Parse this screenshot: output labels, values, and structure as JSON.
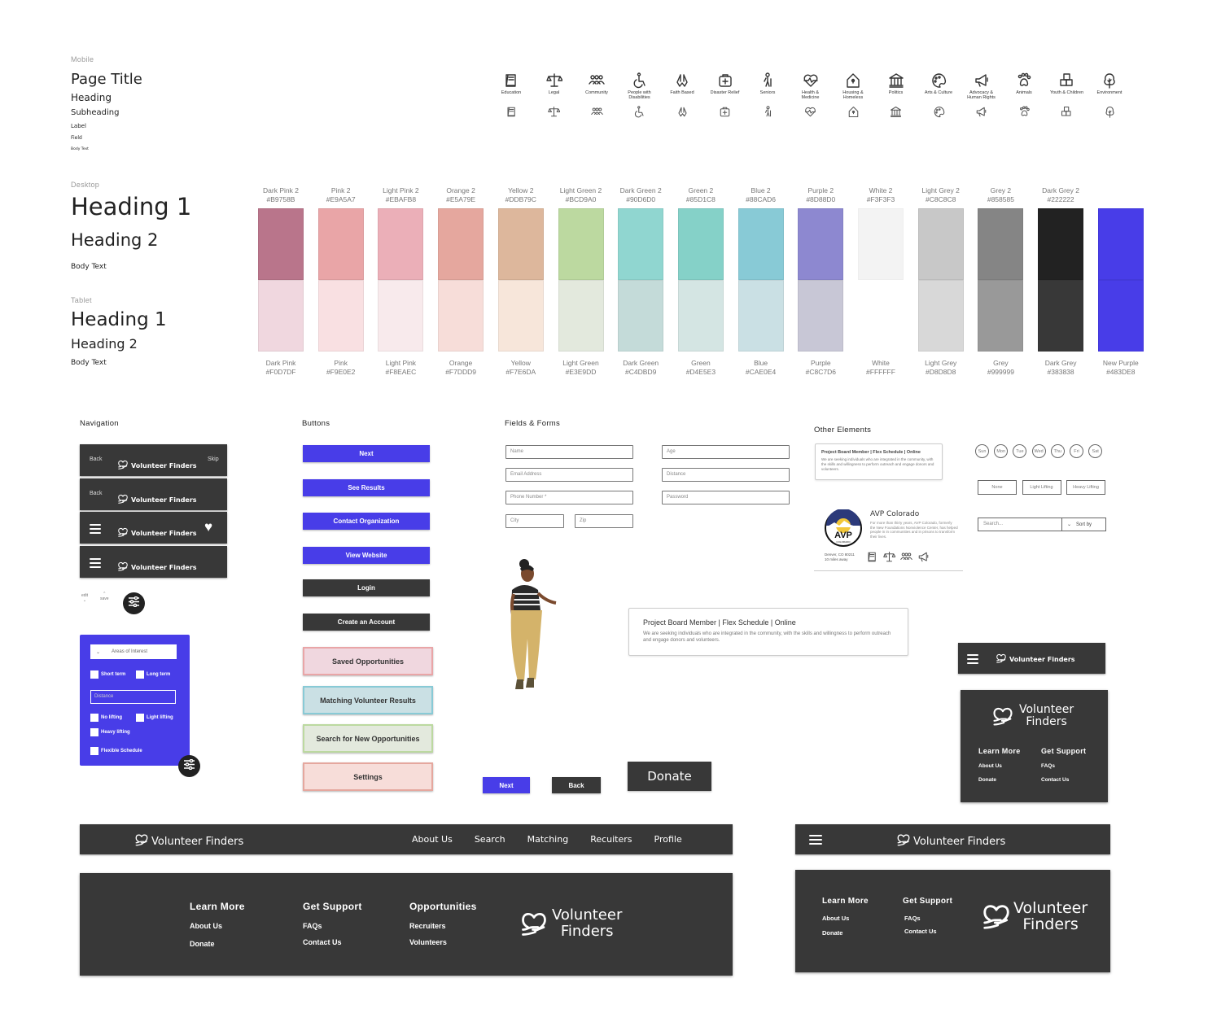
{
  "typography": {
    "mobile": {
      "label": "Mobile",
      "page_title": "Page Title",
      "heading": "Heading",
      "subheading": "Subheading",
      "label_text": "Label",
      "field": "Field",
      "body": "Body Text"
    },
    "desktop": {
      "label": "Desktop",
      "h1": "Heading 1",
      "h2": "Heading 2",
      "body": "Body Text"
    },
    "tablet": {
      "label": "Tablet",
      "h1": "Heading 1",
      "h2": "Heading 2",
      "body": "Body Text"
    }
  },
  "icons": [
    {
      "name": "education",
      "label": "Education"
    },
    {
      "name": "legal",
      "label": "Legal"
    },
    {
      "name": "community",
      "label": "Community"
    },
    {
      "name": "disability",
      "label": "People with Disabilities"
    },
    {
      "name": "faith",
      "label": "Faith Based"
    },
    {
      "name": "disaster",
      "label": "Disaster Relief"
    },
    {
      "name": "seniors",
      "label": "Seniors"
    },
    {
      "name": "health",
      "label": "Health & Medicine"
    },
    {
      "name": "housing",
      "label": "Housing & Homeless"
    },
    {
      "name": "politics",
      "label": "Politics"
    },
    {
      "name": "arts",
      "label": "Arts & Culture"
    },
    {
      "name": "advocacy",
      "label": "Advocacy & Human Rights"
    },
    {
      "name": "animals",
      "label": "Animals"
    },
    {
      "name": "youth",
      "label": "Youth & Children"
    },
    {
      "name": "environment",
      "label": "Environment"
    }
  ],
  "swatches": [
    {
      "top_name": "Dark Pink 2",
      "top_hex": "#B9758B",
      "bottom_name": "Dark Pink",
      "bottom_hex": "#F0D7DF"
    },
    {
      "top_name": "Pink 2",
      "top_hex": "#E9A5A7",
      "bottom_name": "Pink",
      "bottom_hex": "#F9E0E2"
    },
    {
      "top_name": "Light Pink 2",
      "top_hex": "#EBAFB8",
      "bottom_name": "Light Pink",
      "bottom_hex": "#F8EAEC"
    },
    {
      "top_name": "Orange 2",
      "top_hex": "#E5A79E",
      "bottom_name": "Orange",
      "bottom_hex": "#F7DDD9"
    },
    {
      "top_name": "Yellow 2",
      "top_hex": "#DDB79C",
      "bottom_name": "Yellow",
      "bottom_hex": "#F7E6DA"
    },
    {
      "top_name": "Light Green 2",
      "top_hex": "#BCD9A0",
      "bottom_name": "Light Green",
      "bottom_hex": "#E3E9DD"
    },
    {
      "top_name": "Dark Green 2",
      "top_hex": "#90D6D0",
      "bottom_name": "Dark Green",
      "bottom_hex": "#C4DBD9"
    },
    {
      "top_name": "Green 2",
      "top_hex": "#85D1C8",
      "bottom_name": "Green",
      "bottom_hex": "#D4E5E3"
    },
    {
      "top_name": "Blue 2",
      "top_hex": "#88CAD6",
      "bottom_name": "Blue",
      "bottom_hex": "#CAE0E4"
    },
    {
      "top_name": "Purple 2",
      "top_hex": "#8D88D0",
      "bottom_name": "Purple",
      "bottom_hex": "#C8C7D6"
    },
    {
      "top_name": "White 2",
      "top_hex": "#F3F3F3",
      "bottom_name": "White",
      "bottom_hex": "#FFFFFF"
    },
    {
      "top_name": "Light Grey 2",
      "top_hex": "#C8C8C8",
      "bottom_name": "Light Grey",
      "bottom_hex": "#D8D8D8"
    },
    {
      "top_name": "Grey 2",
      "top_hex": "#858585",
      "bottom_name": "Grey",
      "bottom_hex": "#999999"
    },
    {
      "top_name": "Dark Grey 2",
      "top_hex": "#222222",
      "bottom_name": "Dark Grey",
      "bottom_hex": "#383838"
    },
    {
      "top_name": "",
      "top_hex": "#483DE8",
      "bottom_name": "New Purple",
      "bottom_hex": "#483DE8"
    }
  ],
  "navigation": {
    "title": "Navigation",
    "brand": "Volunteer Finders",
    "back": "Back",
    "skip": "Skip",
    "edit": "edit",
    "save": "save",
    "filter": {
      "dropdown": "Areas of Interest",
      "short_term": "Short term",
      "long_term": "Long term",
      "distance": "Distance",
      "no_lifting": "No lifting",
      "light_lifting": "Light lifting",
      "heavy_lifting": "Heavy lifting",
      "flexible": "Flexible Schedule"
    }
  },
  "buttons": {
    "title": "Buttons",
    "primary": [
      "Next",
      "See Results",
      "Contact Organization",
      "View Website"
    ],
    "dark": [
      "Login",
      "Create an Account"
    ],
    "pastel": [
      {
        "label": "Saved Opportunities",
        "fill": "#F0D7DF",
        "border": "#E9A5A7"
      },
      {
        "label": "Matching Volunteer Results",
        "fill": "#CAE0E4",
        "border": "#88CAD6"
      },
      {
        "label": "Search for New Opportunities",
        "fill": "#E3E9DD",
        "border": "#BCD9A0"
      },
      {
        "label": "Settings",
        "fill": "#F7DDD9",
        "border": "#E5A79E"
      }
    ],
    "next": "Next",
    "back": "Back",
    "donate": "Donate"
  },
  "forms": {
    "title": "Fields & Forms",
    "left": [
      "Name",
      "Email Address",
      "Phone Number *"
    ],
    "right": [
      "Age",
      "Distance",
      "Password"
    ],
    "city": "City",
    "zip": "Zip"
  },
  "other": {
    "title": "Other Elements",
    "card": {
      "title": "Project Board Member | Flex Schedule | Online",
      "body": "We are seeking individuals who are integrated in the community, with the skills and willingness to perform outreach and engage donors and volunteers."
    },
    "org": {
      "name": "AVP Colorado",
      "desc": "For more than thirty years, AVP Colorado, formerly the New Foundations Nonviolence Center, has helped people in in communities and in prisons to transform their lives.",
      "location": "Denver, CO 80211",
      "distance": "10 miles away",
      "logo_text": "AVP",
      "logo_sub": "COLORADO"
    },
    "days": [
      "Sun",
      "Mon",
      "Tue",
      "Wed",
      "Thu",
      "Fri",
      "Sat"
    ],
    "lifting": [
      "None",
      "Light Lifting",
      "Heavy Lifting"
    ],
    "search_placeholder": "Search...",
    "sort": "Sort by",
    "big_card": {
      "title": "Project Board Member |  Flex Schedule | Online",
      "body": "We are seeking individuals who are integrated in the community, with the skills and willingness to perform outreach and engage donors and volunteers."
    }
  },
  "footer": {
    "brand_line1": "Volunteer",
    "brand_line2": "Finders",
    "learn_more": "Learn More",
    "about": "About Us",
    "donate": "Donate",
    "get_support": "Get Support",
    "faqs": "FAQs",
    "contact": "Contact Us",
    "opportunities": "Opportunities",
    "recruiters": "Recruiters",
    "volunteers": "Volunteers"
  },
  "desktop_nav": [
    "About Us",
    "Search",
    "Matching",
    "Recuiters",
    "Profile"
  ],
  "colors": {
    "accent": "#483DE8",
    "dark": "#383838"
  }
}
